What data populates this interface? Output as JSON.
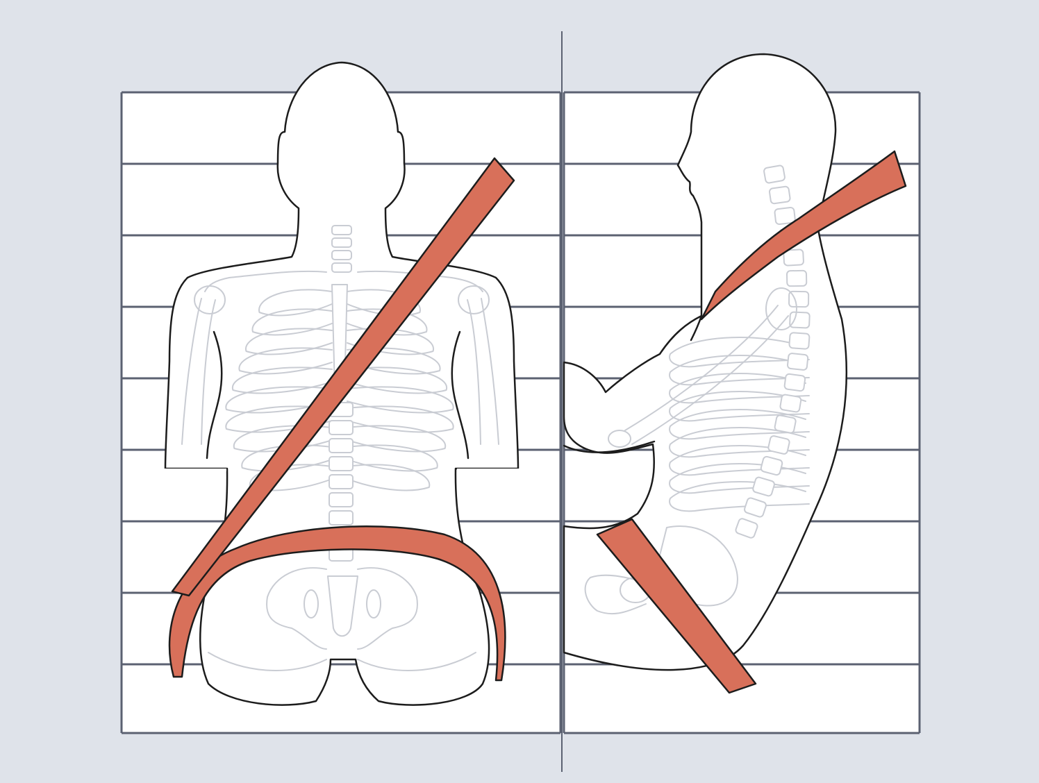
{
  "colors": {
    "page_background": "#dfe3ea",
    "frame_background": "#ffffff",
    "grid_lines": "#5b6171",
    "body_fill": "#ffffff",
    "body_outline": "#1c1c1c",
    "skeleton": "#c9ccd3",
    "seat_belt": "#d8705a"
  },
  "panels": {
    "left": {
      "view": "front",
      "content": [
        "head",
        "torso",
        "skeleton",
        "shoulder-belt",
        "lap-belt"
      ]
    },
    "right": {
      "view": "side",
      "content": [
        "head",
        "torso",
        "arm",
        "skeleton",
        "shoulder-belt"
      ]
    }
  }
}
